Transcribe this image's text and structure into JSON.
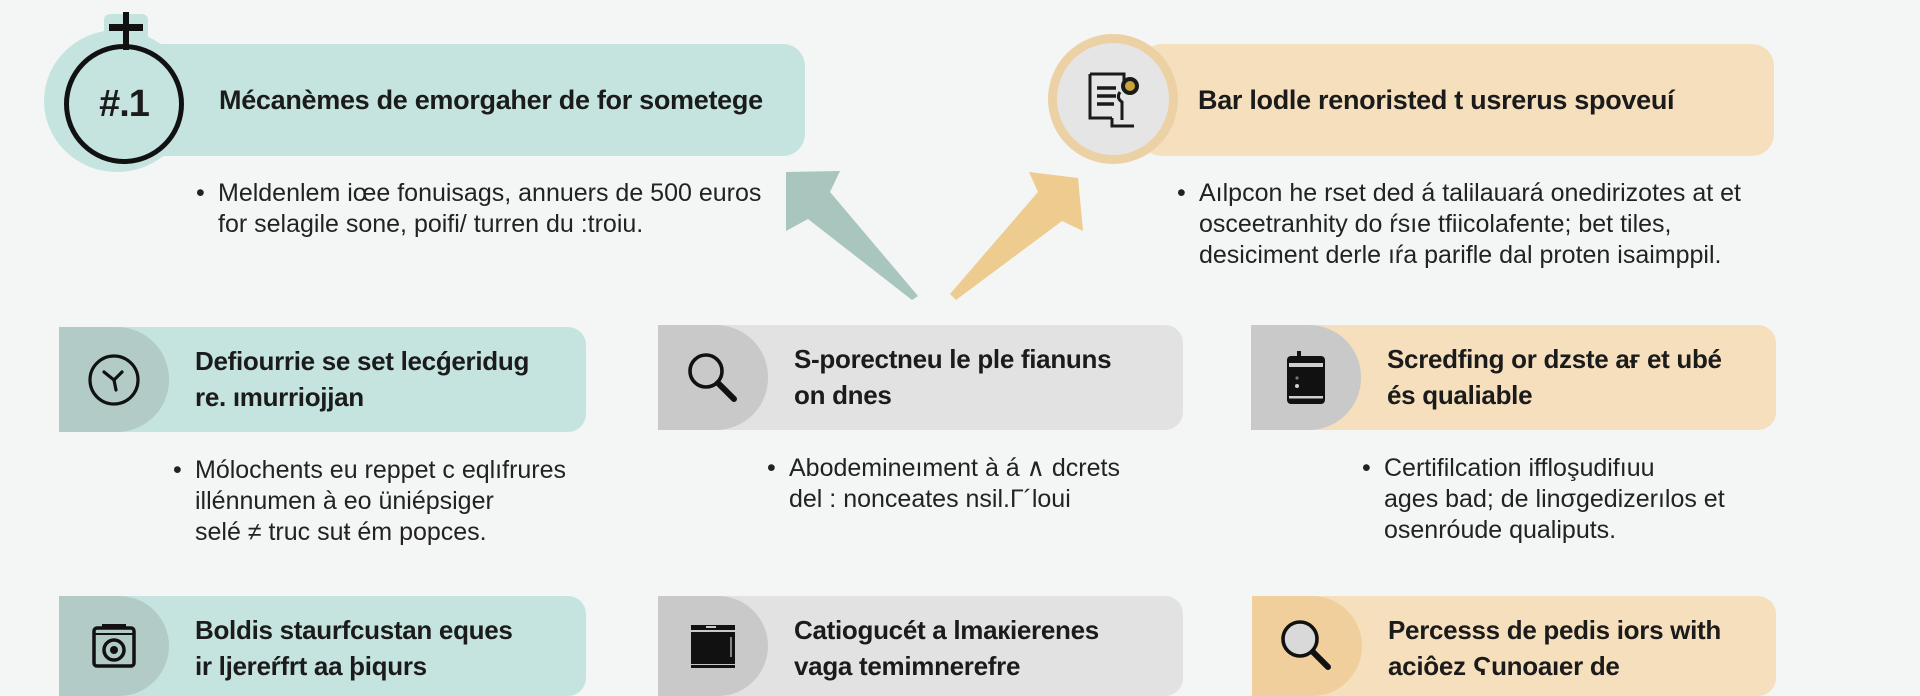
{
  "colors": {
    "background": "#f4f5f5",
    "teal": "#c5e4df",
    "teal_dark": "#b2cbc7",
    "teal_arrow": "#a8c6be",
    "gray": "#e2e2e2",
    "gray_dark": "#c9c9c9",
    "peach": "#f5dfbd",
    "peach_dark": "#f0cf9d",
    "orange_arrow": "#eecb8f",
    "ring": "#ecd1a4"
  },
  "top_left": {
    "badge": "#.1",
    "title": "Mécanèmes de emorgaher de for sometege",
    "bullet_lines": [
      "Meldenlem iœe fonuisags, annuers de 500 euros",
      "for selagile sone, poifi/ turren du :troiu."
    ]
  },
  "top_right": {
    "icon": "document-certificate-icon",
    "title": "Bar lodle renoristed t usrerus spoveuí",
    "bullet_lines": [
      "Aılpcon he rset ded á talilauará onedirizotes at et",
      "osceetranhity do ŕsıe tfiicolafente; bet tiles,",
      "desiciment derle ıŕa parifle dal proten isaimppil."
    ]
  },
  "arrows": [
    {
      "name": "teal-arrow",
      "color": "#a8c6be"
    },
    {
      "name": "orange-arrow",
      "color": "#eecb8f"
    }
  ],
  "cards": [
    {
      "icon": "clock-icon",
      "title_lines": [
        "Defiourrie se set lecǵeridug",
        "re. ımurriojjan"
      ],
      "bullet_lines": [
        "Mólochents eu reppet c eqlıfrures",
        "illénnumen à eo üniépsiger",
        "selé ≠ truc suŧ ém popces."
      ]
    },
    {
      "icon": "search-icon",
      "title_lines": [
        "S-porectneu le ple fianuns",
        "on dnes"
      ],
      "bullet_lines": [
        "Abodemineıment à á ∧ dcrets",
        "del : nonceates nsil.Г´loui"
      ]
    },
    {
      "icon": "storage-device-icon",
      "title_lines": [
        "Scredfing or dzste aғ et ubé",
        "és qualiable"
      ],
      "bullet_lines": [
        "Certifilcation iffloşudifıuu",
        "ages bad; de linσgedizerılos et",
        "osenróude qualiputs."
      ]
    },
    {
      "icon": "camera-lens-icon",
      "title_lines": [
        "Boldis staurfcustan eques",
        "ir ljereŕfrt aa þiqurs"
      ],
      "bullet_lines": []
    },
    {
      "icon": "window-panel-icon",
      "title_lines": [
        "Catiogucét a lmaкierenes",
        "vaga temimnerefre"
      ],
      "bullet_lines": []
    },
    {
      "icon": "magnifier-icon",
      "title_lines": [
        "Percesss de pedis iors with",
        "aciôez Ϛunoaıer de"
      ],
      "bullet_lines": []
    }
  ]
}
